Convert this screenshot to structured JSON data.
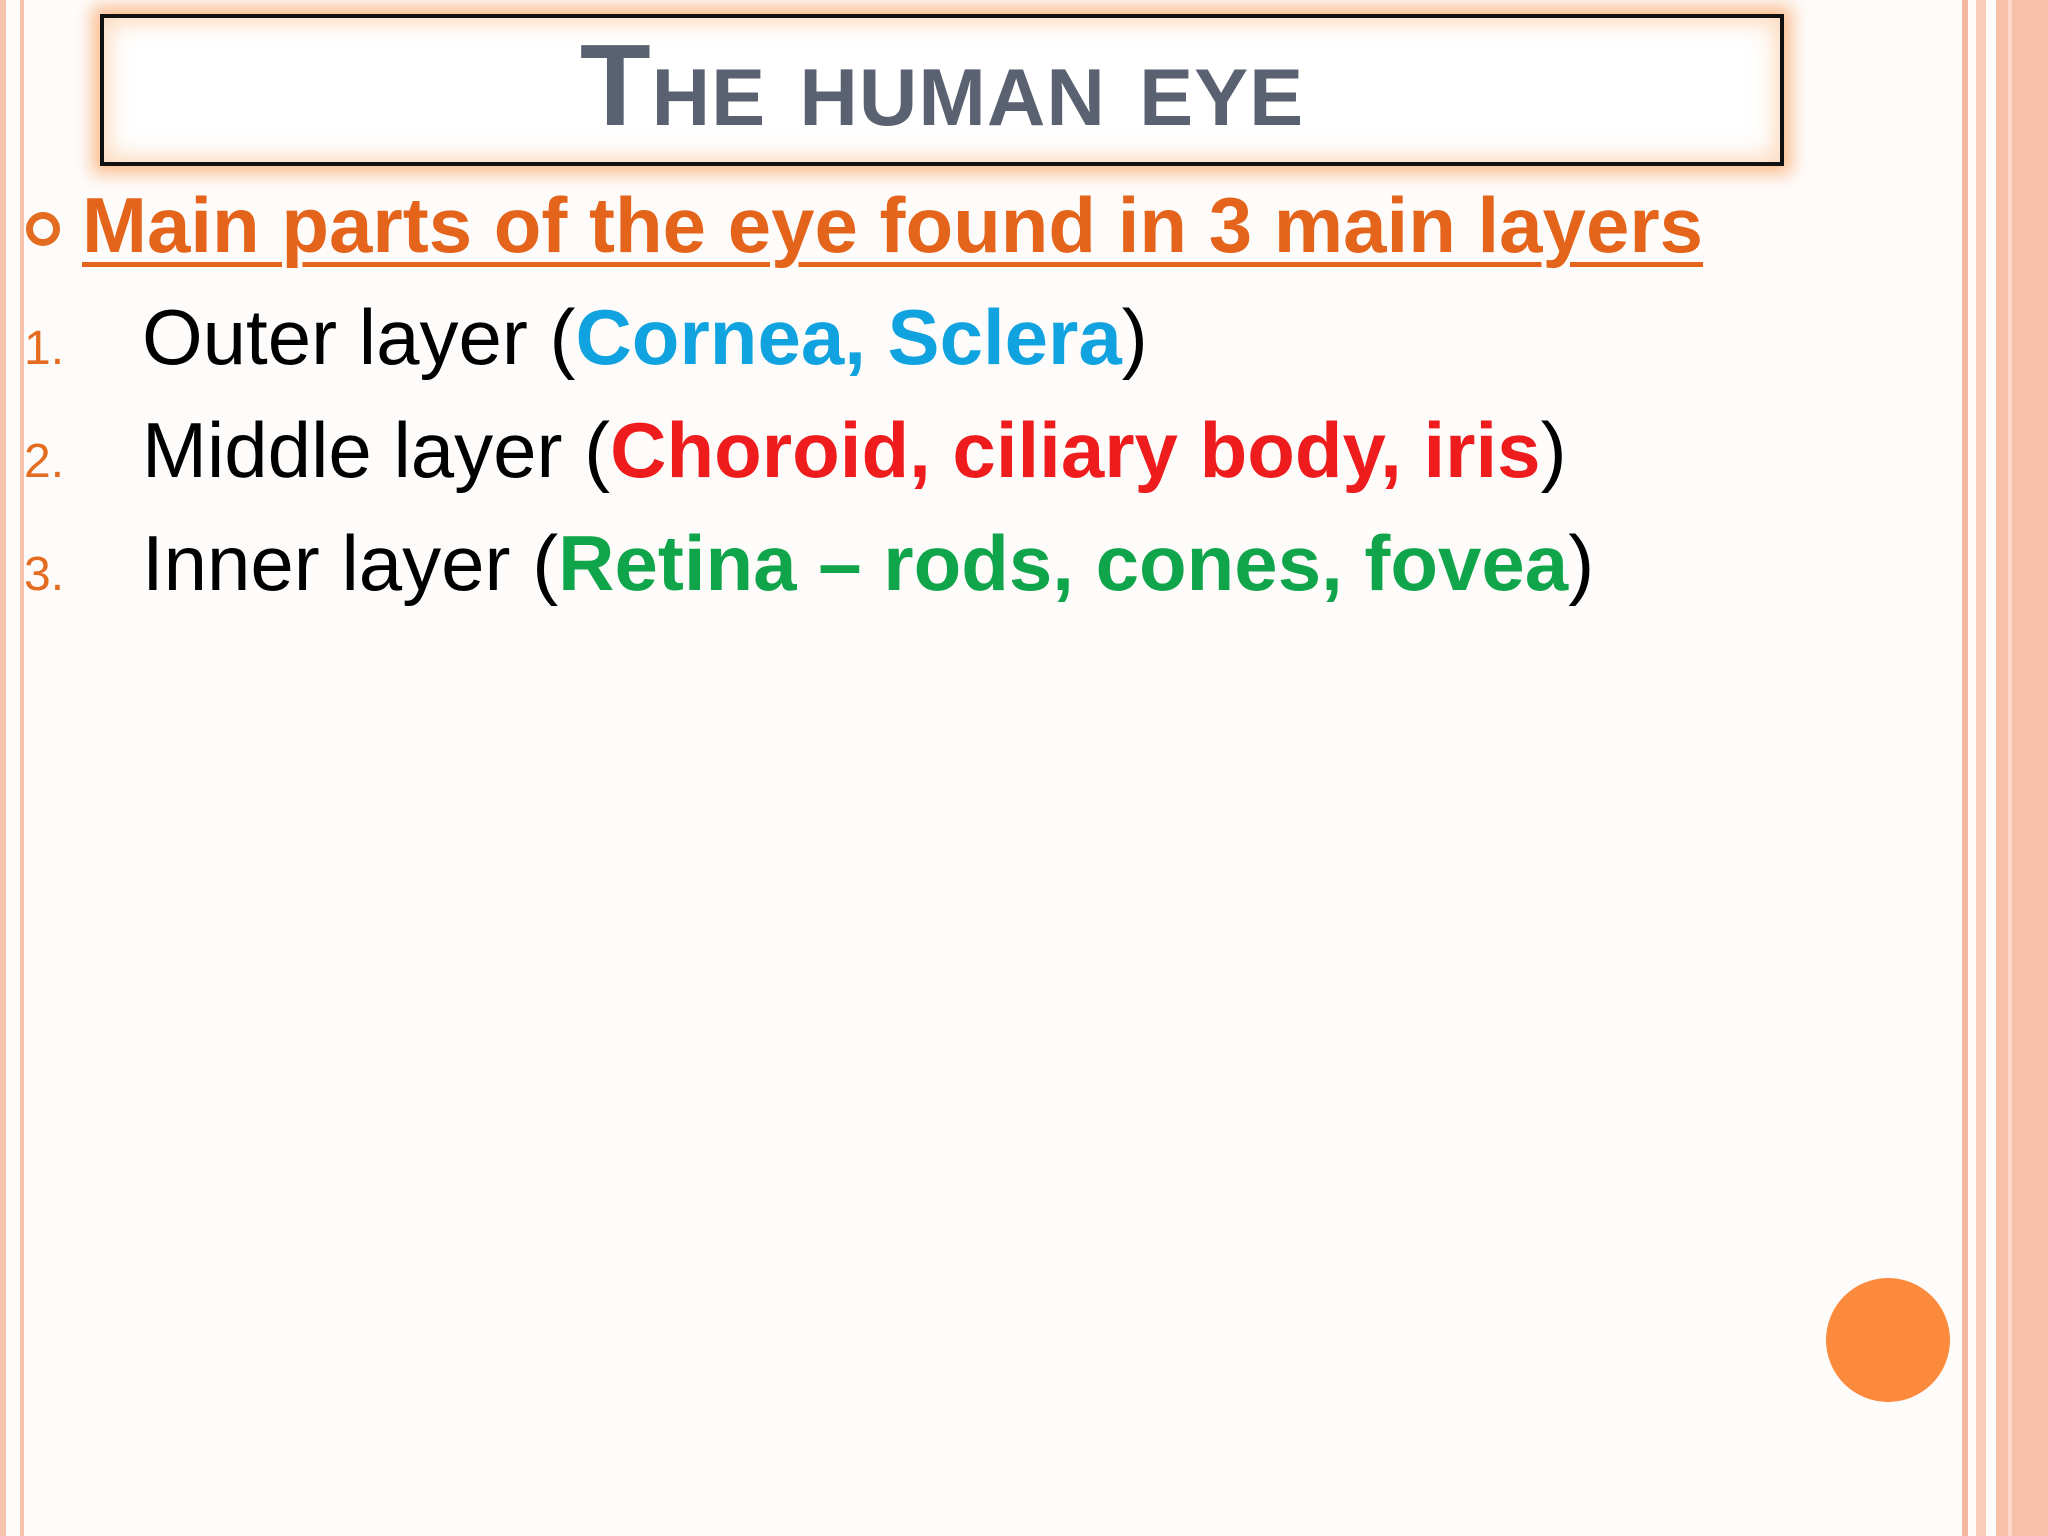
{
  "slide": {
    "title": "The human eye",
    "heading": "Main parts of the eye found in 3 main layers",
    "items": [
      {
        "number": "1.",
        "prefix": "Outer layer (",
        "highlight": "Cornea, Sclera",
        "suffix": ")",
        "highlight_color": "#11a3df"
      },
      {
        "number": "2.",
        "prefix": "Middle layer (",
        "highlight": "Choroid, ciliary body, iris",
        "suffix": ")",
        "highlight_color": "#ee1c1c"
      },
      {
        "number": "3.",
        "prefix": "Inner layer (",
        "highlight": "Retina – rods, cones, fovea",
        "suffix": ")",
        "highlight_color": "#10a54a"
      }
    ]
  },
  "colors": {
    "title_text": "#5a6170",
    "heading_text": "#e3641a",
    "accent_orange": "#fb8a3c",
    "border_peach": "#f8c3ad"
  }
}
